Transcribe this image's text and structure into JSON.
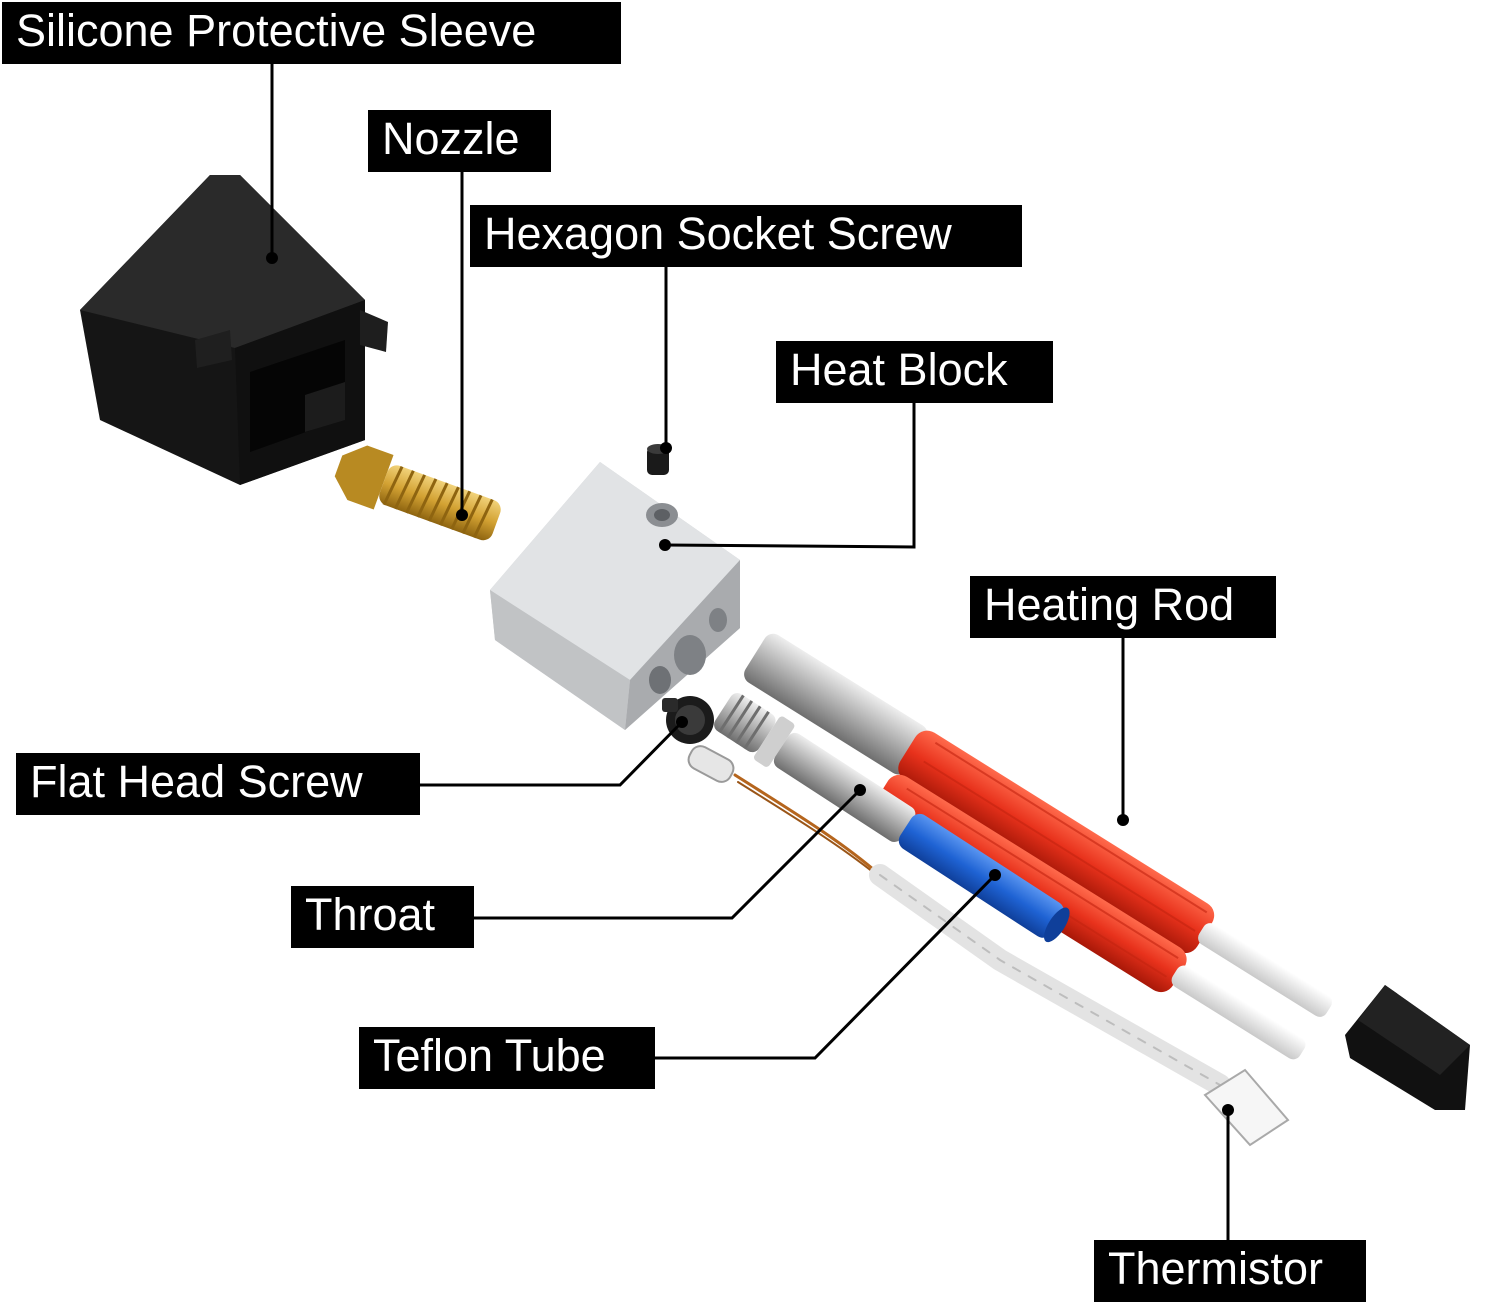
{
  "labels": {
    "silicone_sleeve": "Silicone Protective Sleeve",
    "nozzle": "Nozzle",
    "hex_screw": "Hexagon Socket Screw",
    "heat_block": "Heat Block",
    "heating_rod": "Heating Rod",
    "flat_head_screw": "Flat Head Screw",
    "throat": "Throat",
    "teflon_tube": "Teflon Tube",
    "thermistor": "Thermistor"
  },
  "colors": {
    "label_bg": "#000000",
    "label_text": "#ffffff",
    "leader_line": "#000000",
    "silicone": "#151515",
    "brass": "#d9ad3a",
    "aluminium": "#d0d2d4",
    "steel": "#b8b8b8",
    "heating_sleeve": "#e8321c",
    "teflon": "#1f63d4",
    "connector": "#111111"
  }
}
